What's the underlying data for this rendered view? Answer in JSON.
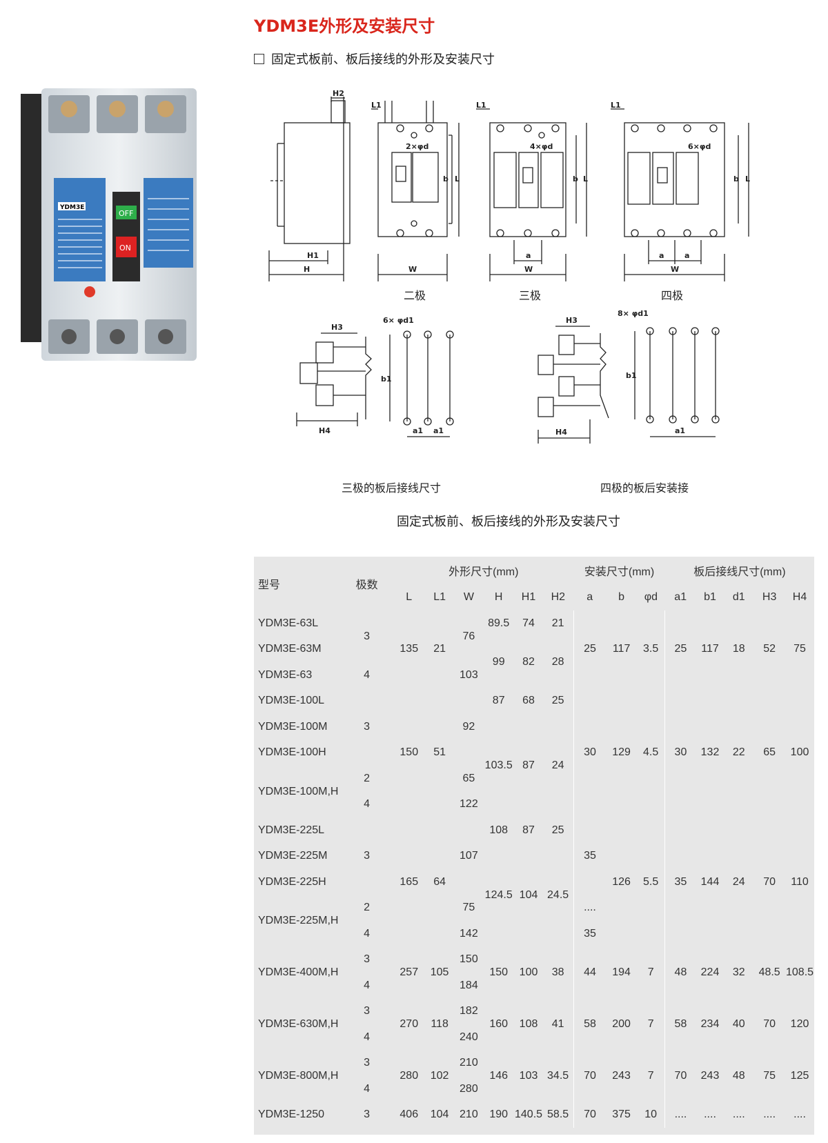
{
  "title": "YDM3E外形及安装尺寸",
  "subtitle": "固定式板前、板后接线的外形及安装尺寸",
  "diagram_labels": {
    "two_pole": "二极",
    "three_pole": "三极",
    "four_pole": "四极",
    "rear_three": "三极的板后接线尺寸",
    "rear_four": "四极的板后安装接",
    "caption": "固定式板前、板后接线的外形及安装尺寸",
    "H2": "H2",
    "L1": "L1",
    "H1": "H1",
    "H": "H",
    "W": "W",
    "L": "L",
    "b": "b",
    "a": "a",
    "hole2": "2×φd",
    "hole4": "4×φd",
    "hole6": "6×φd",
    "H3": "H3",
    "H4": "H4",
    "b1": "b1",
    "a1": "a1",
    "hole6d1": "6× φd1",
    "hole8d1": "8× φd1"
  },
  "product_label": {
    "name": "YDM3E",
    "off": "OFF",
    "on": "ON"
  },
  "table": {
    "group_headers": [
      "外形尺寸(mm)",
      "安装尺寸(mm)",
      "板后接线尺寸(mm)"
    ],
    "col_model": "型号",
    "col_poles": "极数",
    "columns": [
      "L",
      "L1",
      "W",
      "H",
      "H1",
      "H2",
      "a",
      "b",
      "φd",
      "a1",
      "b1",
      "d1",
      "H3",
      "H4"
    ],
    "models": [
      "YDM3E-63L",
      "YDM3E-63M",
      "YDM3E-63",
      "YDM3E-100L",
      "YDM3E-100M",
      "YDM3E-100H",
      "YDM3E-100M,H",
      "YDM3E-225L",
      "YDM3E-225M",
      "YDM3E-225H",
      "YDM3E-225M,H",
      "YDM3E-400M,H",
      "YDM3E-630M,H",
      "YDM3E-800M,H",
      "YDM3E-1250"
    ],
    "g1": {
      "poles_3": "3",
      "poles_4": "4",
      "L": "135",
      "L1": "21",
      "W3": "76",
      "W4": "103",
      "H_a": "89.5",
      "H1_a": "74",
      "H2_a": "21",
      "H_b": "99",
      "H1_b": "82",
      "H2_b": "28",
      "a": "25",
      "b": "117",
      "d": "3.5",
      "a1": "25",
      "b1": "117",
      "d1": "18",
      "H3": "52",
      "H4": "75"
    },
    "g2": {
      "poles_3": "3",
      "poles_2": "2",
      "poles_4": "4",
      "L": "150",
      "L1": "51",
      "W3": "92",
      "W2": "65",
      "W4": "122",
      "H_a": "87",
      "H1_a": "68",
      "H2_a": "25",
      "H_b": "103.5",
      "H1_b": "87",
      "H2_b": "24",
      "a": "30",
      "b": "129",
      "d": "4.5",
      "a1": "30",
      "b1": "132",
      "d1": "22",
      "H3": "65",
      "H4": "100"
    },
    "g3": {
      "poles_3": "3",
      "poles_2": "2",
      "poles_4": "4",
      "L": "165",
      "L1": "64",
      "W3": "107",
      "W2": "75",
      "W4": "142",
      "H_a": "108",
      "H1_a": "87",
      "H2_a": "25",
      "H_b": "124.5",
      "H1_b": "104",
      "H2_b": "24.5",
      "a3": "35",
      "a2": "....",
      "a4": "35",
      "b": "126",
      "d": "5.5",
      "a1": "35",
      "b1": "144",
      "d1": "24",
      "H3": "70",
      "H4": "110"
    },
    "g4": {
      "poles_3": "3",
      "poles_4": "4",
      "L": "257",
      "L1": "105",
      "W3": "150",
      "W4": "184",
      "H": "150",
      "H1": "100",
      "H2": "38",
      "a": "44",
      "b": "194",
      "d": "7",
      "a1": "48",
      "b1": "224",
      "d1": "32",
      "H3": "48.5",
      "H4": "108.5"
    },
    "g5": {
      "poles_3": "3",
      "poles_4": "4",
      "L": "270",
      "L1": "118",
      "W3": "182",
      "W4": "240",
      "H": "160",
      "H1": "108",
      "H2": "41",
      "a": "58",
      "b": "200",
      "d": "7",
      "a1": "58",
      "b1": "234",
      "d1": "40",
      "H3": "70",
      "H4": "120"
    },
    "g6": {
      "poles_3": "3",
      "poles_4": "4",
      "L": "280",
      "L1": "102",
      "W3": "210",
      "W4": "280",
      "H": "146",
      "H1": "103",
      "H2": "34.5",
      "a": "70",
      "b": "243",
      "d": "7",
      "a1": "70",
      "b1": "243",
      "d1": "48",
      "H3": "75",
      "H4": "125"
    },
    "g7": {
      "poles": "3",
      "L": "406",
      "L1": "104",
      "W": "210",
      "H": "190",
      "H1": "140.5",
      "H2": "58.5",
      "a": "70",
      "b": "375",
      "d": "10",
      "a1": "....",
      "b1": "....",
      "d1": "....",
      "H3": "....",
      "H4": "...."
    }
  }
}
